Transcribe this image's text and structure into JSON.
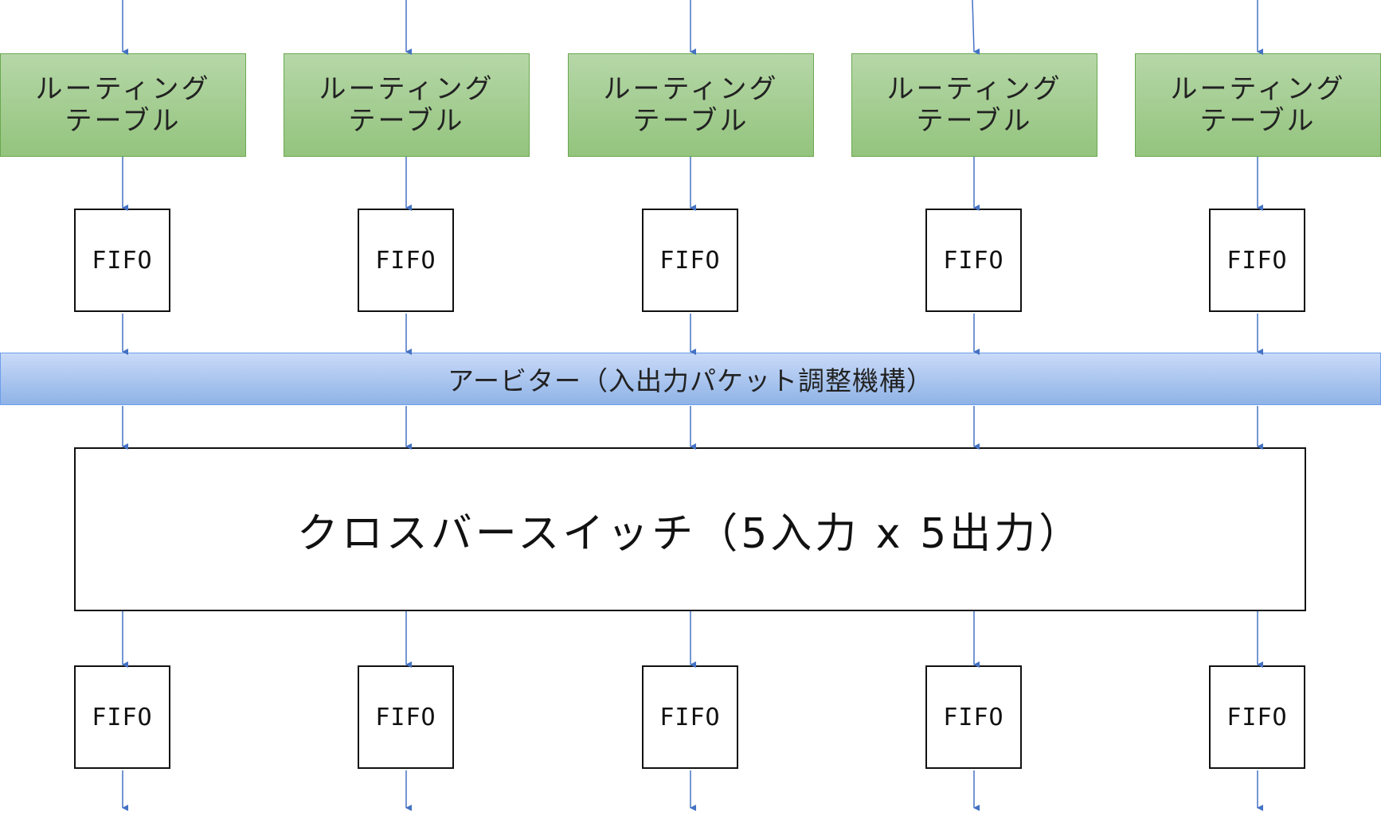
{
  "routing_tables": [
    {
      "line1": "ルーティング",
      "line2": "テーブル"
    },
    {
      "line1": "ルーティング",
      "line2": "テーブル"
    },
    {
      "line1": "ルーティング",
      "line2": "テーブル"
    },
    {
      "line1": "ルーティング",
      "line2": "テーブル"
    },
    {
      "line1": "ルーティング",
      "line2": "テーブル"
    }
  ],
  "input_fifos": [
    "FIFO",
    "FIFO",
    "FIFO",
    "FIFO",
    "FIFO"
  ],
  "arbiter": {
    "label": "アービター（入出力パケット調整機構）"
  },
  "crossbar": {
    "label": "クロスバースイッチ（5入力 x 5出力）"
  },
  "output_fifos": [
    "FIFO",
    "FIFO",
    "FIFO",
    "FIFO",
    "FIFO"
  ],
  "colors": {
    "arrow": "#4472c4",
    "routing_table_fill": "#a9d18e",
    "arbiter_fill": "#9dc3e6",
    "box_border": "#111111"
  }
}
